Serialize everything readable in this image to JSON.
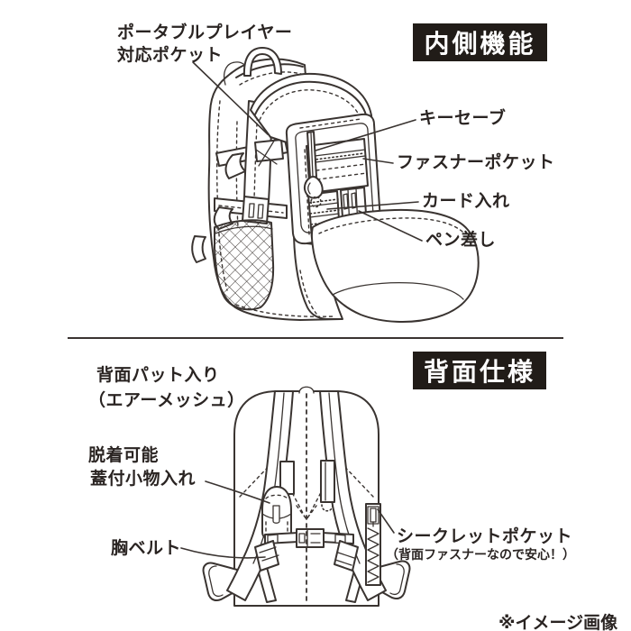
{
  "meta": {
    "background": "#ffffff",
    "line_color": "#3a3431",
    "text_color": "#2a2422",
    "title_bg": "#211c18",
    "title_text_color": "#ffffff"
  },
  "inner_section": {
    "title": "内側機能",
    "labels": {
      "portable_player_pocket_line1": "ポータブルプレイヤー",
      "portable_player_pocket_line2": "対応ポケット",
      "key_save": "キーセーブ",
      "fastener_pocket": "ファスナーポケット",
      "card_holder": "カード入れ",
      "pen_holder": "ペン差し"
    }
  },
  "back_section": {
    "title": "背面仕様",
    "labels": {
      "back_pad_line1": "背面パット入り",
      "back_pad_line2": "（エアーメッシュ）",
      "detachable_pouch_line1": "脱着可能",
      "detachable_pouch_line2": "蓋付小物入れ",
      "chest_belt": "胸ベルト",
      "secret_pocket": "シークレットポケット",
      "secret_pocket_note": "（背面ファスナーなので安心！）"
    }
  },
  "footer": {
    "image_note": "※イメージ画像"
  }
}
